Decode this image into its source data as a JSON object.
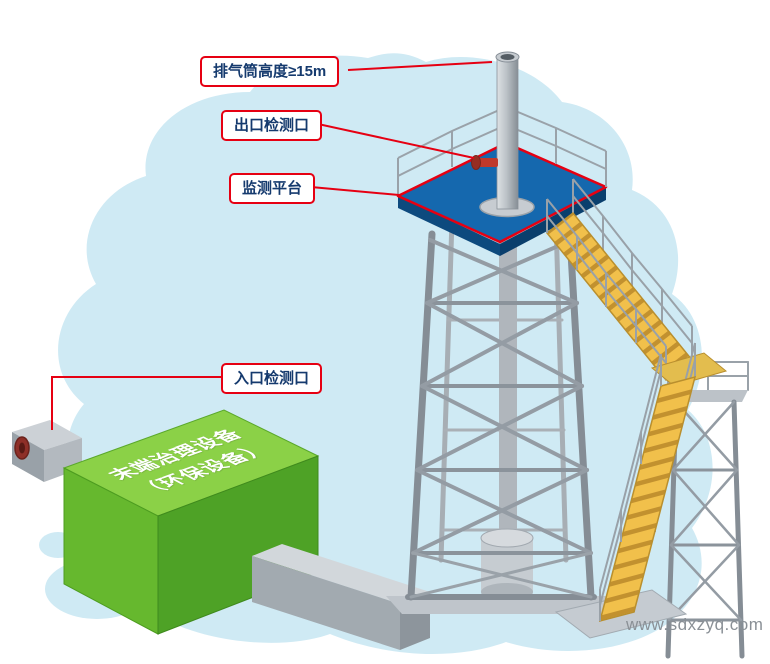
{
  "labels": {
    "stack_height": "排气筒高度≥15m",
    "outlet_port": "出口检测口",
    "platform": "监测平台",
    "inlet_port": "入口检测口"
  },
  "equipment": {
    "line1": "末端治理设备",
    "line2": "（环保设备）"
  },
  "watermark": "www.sdxzyq.com",
  "colors": {
    "label_border": "#e60012",
    "label_text": "#153a6e",
    "background_blob": "#cfeaf4",
    "platform_top": "#1568ae",
    "equipment_top": "#8bd147",
    "equipment_front": "#66b82e",
    "equipment_side": "#4ea226",
    "stair_tread": "#f1c04b",
    "steel_gray": "#8a9298",
    "chimney_gray": "#b9bfc4",
    "sampling_port_red": "#c0392b"
  }
}
